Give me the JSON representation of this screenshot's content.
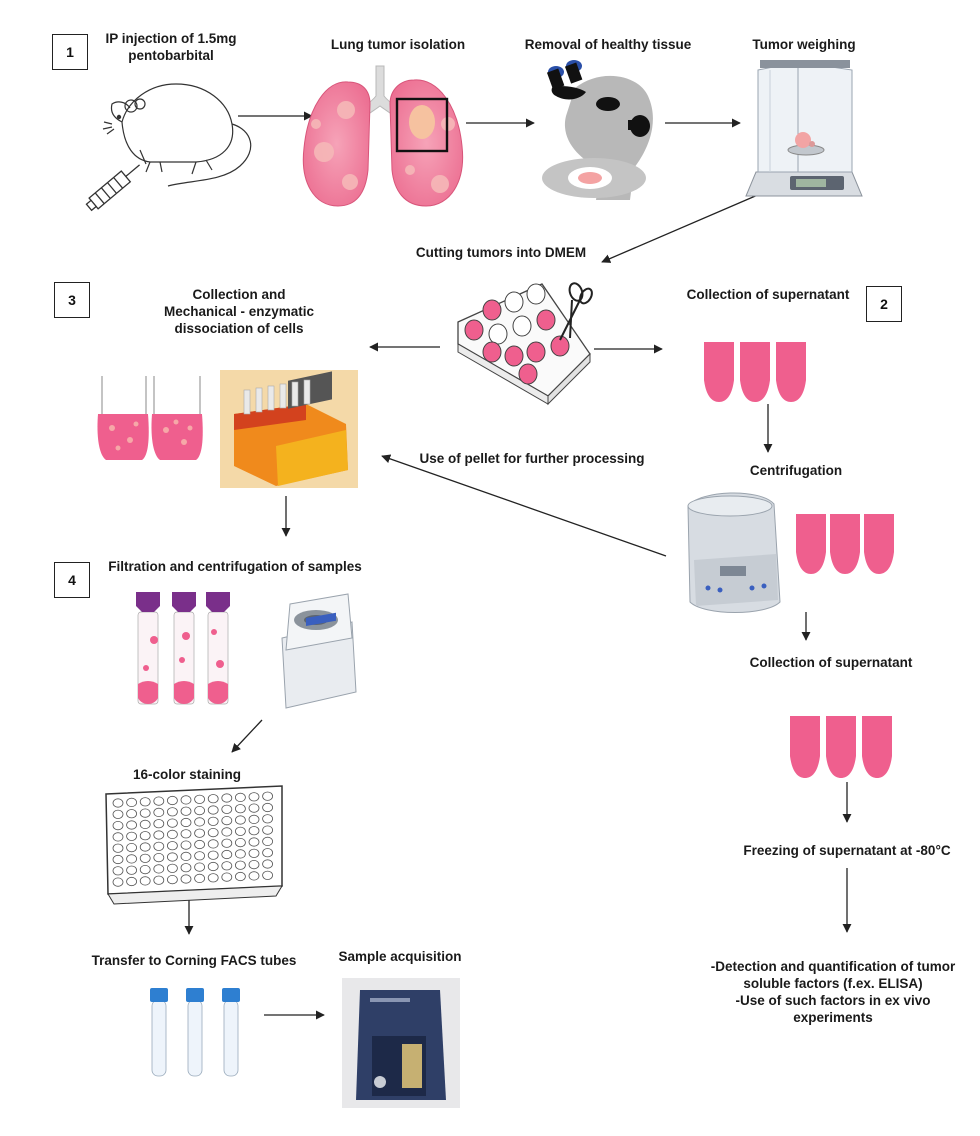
{
  "steps": {
    "s1": "1",
    "s2": "2",
    "s3": "3",
    "s4": "4"
  },
  "labels": {
    "ip_injection": "IP injection of 1.5mg\npentobarbital",
    "lung_isolation": "Lung tumor isolation",
    "removal": "Removal of healthy tissue",
    "weighing": "Tumor weighing",
    "cutting": "Cutting tumors into DMEM",
    "collection_dissociation": "Collection and\nMechanical - enzymatic\ndissociation of cells",
    "collection_supernatant_1": "Collection of supernatant",
    "pellet": "Use of pellet for further processing",
    "centrifugation": "Centrifugation",
    "filtration": "Filtration and centrifugation of samples",
    "collection_supernatant_2": "Collection of supernatant",
    "staining": "16-color staining",
    "freezing": "Freezing of supernatant at -80°C",
    "transfer": "Transfer to Corning FACS tubes",
    "acquisition": "Sample acquisition",
    "detection": "-Detection and quantification of tumor\nsoluble factors (f.ex. ELISA)\n-Use of such factors in ex vivo experiments"
  },
  "colors": {
    "tissue_pink": "#ef5f8e",
    "lung_pink": "#f184a0",
    "machine_orange": "#f08a1c",
    "tube_cap_purple": "#7a2f8a",
    "tube_cap_blue": "#2e7fd1",
    "arrow": "#222222"
  }
}
